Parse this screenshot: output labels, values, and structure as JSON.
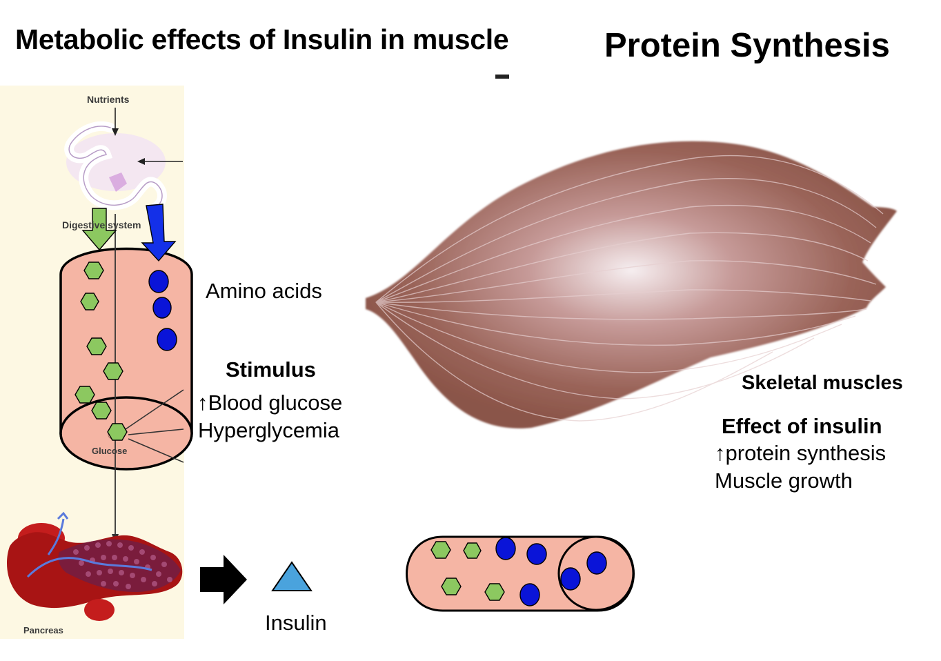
{
  "titles": {
    "left": "Metabolic effects of Insulin in muscle",
    "right": "Protein Synthesis"
  },
  "left_panel": {
    "nutrients": "Nutrients",
    "digestive": "Digestive system",
    "glucose": "Glucose",
    "pancreas": "Pancreas"
  },
  "labels": {
    "amino_acids": "Amino acids",
    "stimulus_heading": "Stimulus",
    "stimulus_line1": "↑Blood glucose",
    "stimulus_line2": "Hyperglycemia",
    "insulin": "Insulin",
    "skeletal_muscles": "Skeletal muscles",
    "effect_heading": "Effect of insulin",
    "effect_line1": "↑protein synthesis",
    "effect_line2": "Muscle growth"
  },
  "colors": {
    "panel_bg": "#fdf8e3",
    "vessel_fill": "#f5b5a4",
    "glucose_hex": "#8cc860",
    "amino_circle": "#0a14d8",
    "green_arrow": "#8cc860",
    "blue_arrow": "#1430e8",
    "insulin_triangle": "#4aa3dd",
    "muscle": "#8f5a50",
    "pancreas": "#b01818"
  }
}
